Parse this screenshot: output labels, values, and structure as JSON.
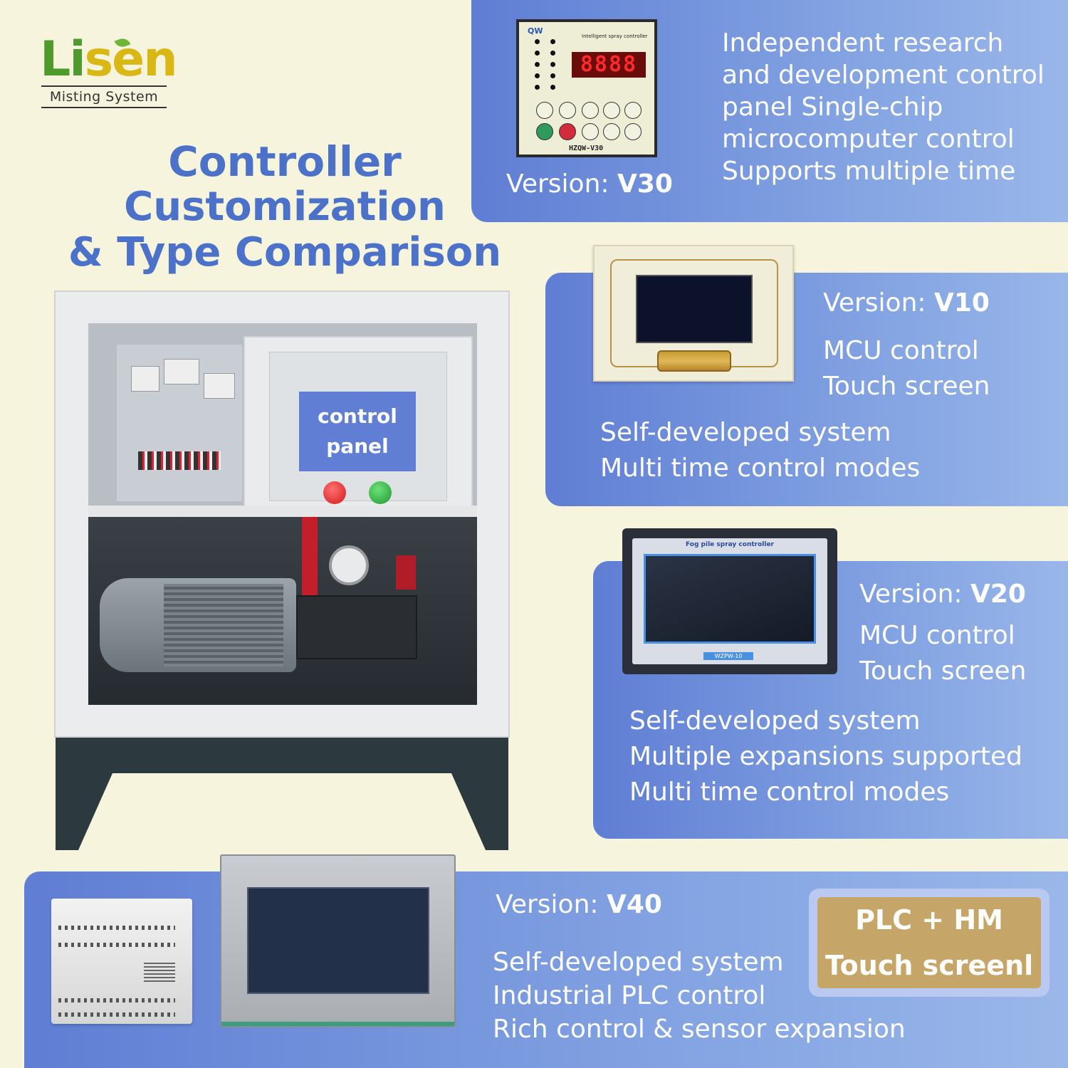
{
  "logo": {
    "text_part1": "Li",
    "text_part2": "sen",
    "subtitle": "Misting System"
  },
  "title": {
    "line1": "Controller",
    "line2": "Customization",
    "line3": "& Type Comparison"
  },
  "cabinet": {
    "label_line1": "control",
    "label_line2": "panel"
  },
  "v30": {
    "version_label": "Version: ",
    "version": "V30",
    "device_title": "Intelligent spray controller",
    "device_brand": "QW",
    "device_display": "8888",
    "device_model": "HZQW-V30",
    "desc": [
      "Independent research",
      "and development control",
      "panel Single-chip",
      "microcomputer control",
      "Supports multiple time"
    ]
  },
  "v10": {
    "version_label": "Version: ",
    "version": "V10",
    "features": [
      "MCU control",
      "Touch screen"
    ],
    "desc": [
      "Self-developed system",
      "Multi time control modes"
    ]
  },
  "v20": {
    "version_label": "Version: ",
    "version": "V20",
    "device_title": "Fog pile spray controller",
    "device_model": "WZPW-10",
    "features": [
      "MCU control",
      "Touch screen"
    ],
    "desc": [
      "Self-developed system",
      "Multiple expansions supported",
      "Multi time control modes"
    ]
  },
  "v40": {
    "version_label": "Version: ",
    "version": "V40",
    "desc": [
      "Self-developed system",
      "Industrial PLC control",
      "Rich control & sensor expansion"
    ],
    "badge_line1": "PLC + HM",
    "badge_line2": "Touch screenl"
  },
  "colors": {
    "background": "#f6f4dc",
    "title_blue": "#4b72c8",
    "panel_blue": "#5f7ed4",
    "logo_green": "#4e9a2c",
    "logo_yellow": "#d9b714",
    "badge_gold": "#c6a668"
  }
}
